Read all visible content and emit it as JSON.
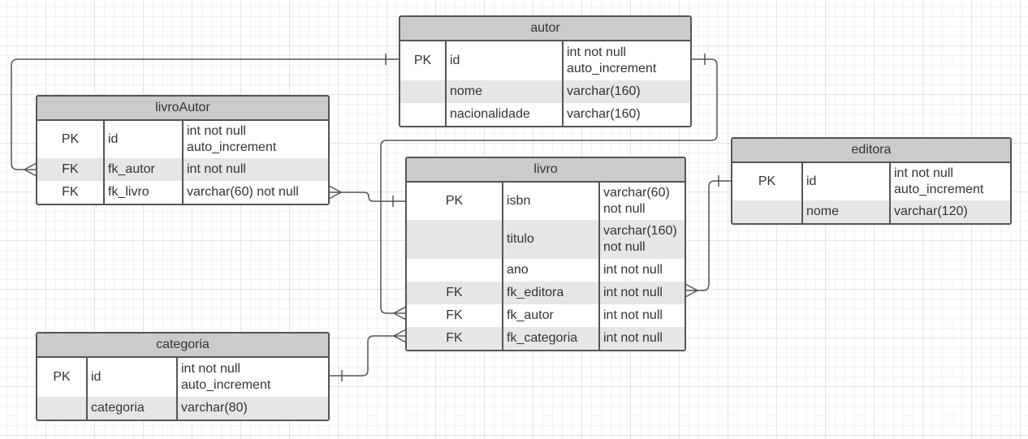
{
  "entities": {
    "autor": {
      "name": "autor",
      "rows": [
        {
          "key": "PK",
          "name": "id",
          "type": "int not null\nauto_increment"
        },
        {
          "key": "",
          "name": "nome",
          "type": "varchar(160)"
        },
        {
          "key": "",
          "name": "nacionalidade",
          "type": "varchar(160)"
        }
      ]
    },
    "livroAutor": {
      "name": "livroAutor",
      "rows": [
        {
          "key": "PK",
          "name": "id",
          "type": "int not null\nauto_increment"
        },
        {
          "key": "FK",
          "name": "fk_autor",
          "type": "int not null"
        },
        {
          "key": "FK",
          "name": "fk_livro",
          "type": "varchar(60) not null"
        }
      ]
    },
    "livro": {
      "name": "livro",
      "rows": [
        {
          "key": "PK",
          "name": "isbn",
          "type": "varchar(60)\nnot null"
        },
        {
          "key": "",
          "name": "titulo",
          "type": "varchar(160)\nnot null"
        },
        {
          "key": "",
          "name": "ano",
          "type": "int not null"
        },
        {
          "key": "FK",
          "name": "fk_editora",
          "type": "int not null"
        },
        {
          "key": "FK",
          "name": "fk_autor",
          "type": "int not null"
        },
        {
          "key": "FK",
          "name": "fk_categoria",
          "type": "int not null"
        }
      ]
    },
    "editora": {
      "name": "editora",
      "rows": [
        {
          "key": "PK",
          "name": "id",
          "type": "int not null\nauto_increment"
        },
        {
          "key": "",
          "name": "nome",
          "type": "varchar(120)"
        }
      ]
    },
    "categoria": {
      "name": "categoria",
      "rows": [
        {
          "key": "PK",
          "name": "id",
          "type": "int not null\nauto_increment"
        },
        {
          "key": "",
          "name": "categoria",
          "type": "varchar(80)"
        }
      ]
    }
  },
  "relationships": [
    {
      "from": "autor.id",
      "to": "livroAutor.fk_autor",
      "cardinality": "one-to-many"
    },
    {
      "from": "livro.isbn",
      "to": "livroAutor.fk_livro",
      "cardinality": "one-to-many"
    },
    {
      "from": "autor.id",
      "to": "livro.fk_autor",
      "cardinality": "one-to-many"
    },
    {
      "from": "editora.id",
      "to": "livro.fk_editora",
      "cardinality": "one-to-many"
    },
    {
      "from": "categoria.id",
      "to": "livro.fk_categoria",
      "cardinality": "one-to-many"
    }
  ],
  "colors": {
    "border": "#555555",
    "header": "#cbcbcb",
    "shaded_row": "#e6e6e6",
    "connector": "#555555"
  }
}
